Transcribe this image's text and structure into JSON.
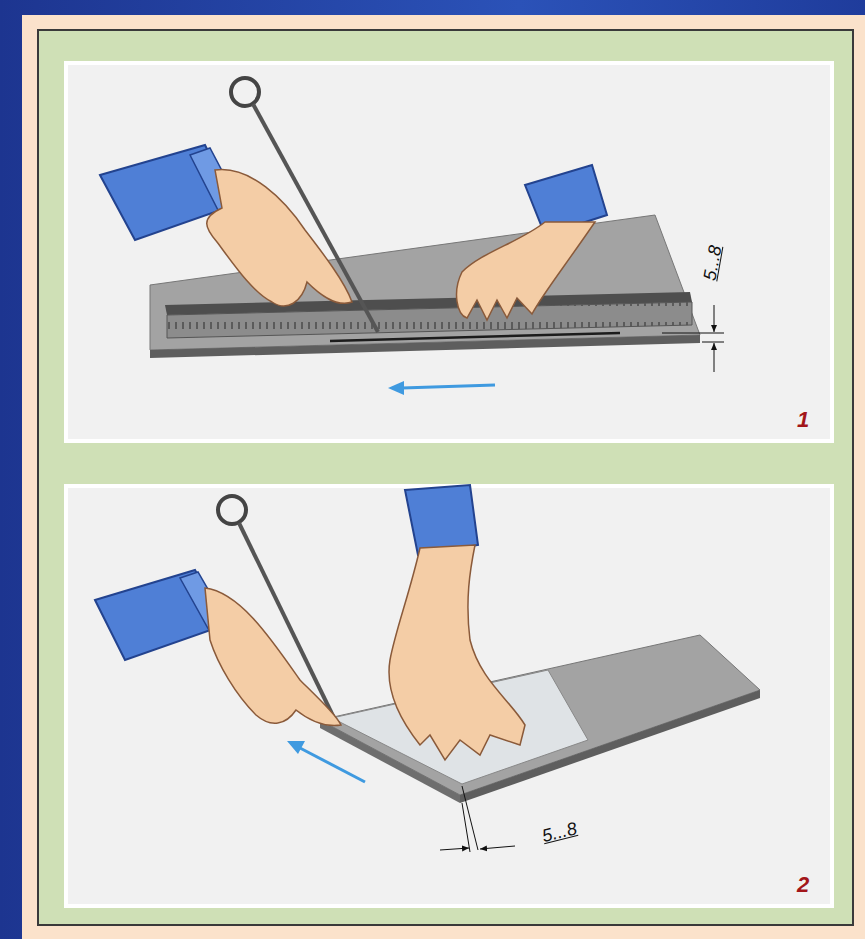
{
  "diagram": {
    "labels": [
      "5...8",
      "1",
      "5...8",
      "2"
    ]
  }
}
